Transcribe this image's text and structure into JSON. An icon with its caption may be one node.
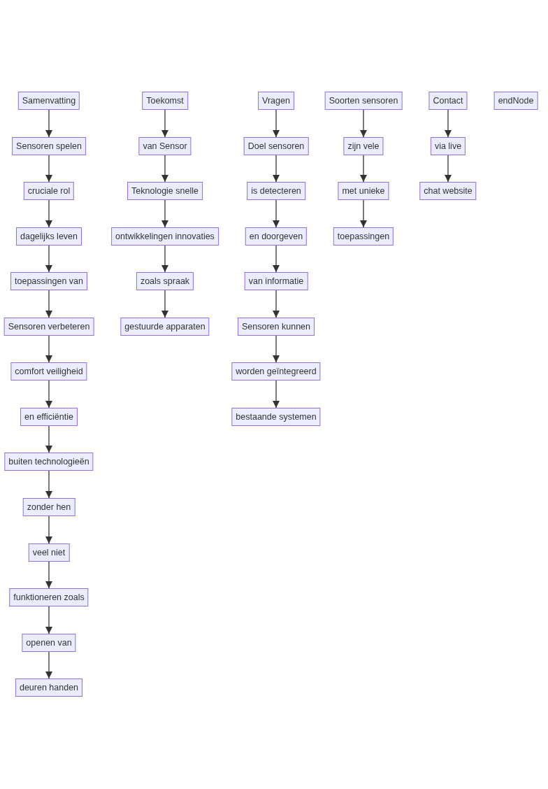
{
  "diagram": {
    "nodes": [
      {
        "text": [
          "Samenvatting"
        ]
      },
      {
        "text": [
          "Sensoren spelen"
        ]
      },
      {
        "text": [
          "cruciale rol"
        ]
      },
      {
        "text": [
          "dagelijks leven"
        ]
      },
      {
        "text": [
          "toepassingen van"
        ]
      },
      {
        "text": [
          "Sensoren verbeteren"
        ]
      },
      {
        "text": [
          "comfort veiligheid"
        ]
      },
      {
        "text": [
          "en efficiëntie"
        ]
      },
      {
        "text": [
          "buiten technologieën"
        ]
      },
      {
        "text": [
          "zonder hen"
        ]
      },
      {
        "text": [
          "veel niet"
        ]
      },
      {
        "text": [
          "funktioneren zoals"
        ]
      },
      {
        "text": [
          "openen van"
        ]
      },
      {
        "text": [
          "deuren handen"
        ]
      },
      {
        "text": [
          "Toekomst"
        ]
      },
      {
        "text": [
          "van Sensor"
        ]
      },
      {
        "text": [
          "Teknologie snelle"
        ]
      },
      {
        "text": [
          "ontwikkelingen innovaties"
        ]
      },
      {
        "text": [
          "zoals spraak"
        ]
      },
      {
        "text": [
          "gestuurde apparaten"
        ]
      },
      {
        "text": [
          "Vragen"
        ]
      },
      {
        "text": [
          "Doel sensoren"
        ]
      },
      {
        "text": [
          "is detecteren"
        ]
      },
      {
        "text": [
          "en doorgeven"
        ]
      },
      {
        "text": [
          "van informatie"
        ]
      },
      {
        "text": [
          "Sensoren kunnen"
        ]
      },
      {
        "text": [
          "worden geïntegreerd"
        ]
      },
      {
        "text": [
          "bestaande systemen"
        ]
      },
      {
        "text": [
          "Soorten sensoren"
        ]
      },
      {
        "text": [
          "zijn vele"
        ]
      },
      {
        "text": [
          "met unieke"
        ]
      },
      {
        "text": [
          "toepassingen"
        ]
      },
      {
        "text": [
          "Contact"
        ]
      },
      {
        "text": [
          "via live"
        ]
      },
      {
        "text": [
          "chat website"
        ]
      },
      {
        "text": [
          "endNode"
        ]
      }
    ],
    "edges": [
      {
        "from": 0,
        "to": 1,
        "arrow": "to"
      },
      {
        "from": 1,
        "to": 2,
        "arrow": "to"
      },
      {
        "from": 2,
        "to": 3,
        "arrow": "to"
      },
      {
        "from": 3,
        "to": 4,
        "arrow": "to"
      },
      {
        "from": 4,
        "to": 5,
        "arrow": "to"
      },
      {
        "from": 5,
        "to": 6,
        "arrow": "to"
      },
      {
        "from": 6,
        "to": 7,
        "arrow": "to"
      },
      {
        "from": 7,
        "to": 8,
        "arrow": "to"
      },
      {
        "from": 8,
        "to": 9,
        "arrow": "to"
      },
      {
        "from": 9,
        "to": 10,
        "arrow": "to"
      },
      {
        "from": 10,
        "to": 11,
        "arrow": "to"
      },
      {
        "from": 11,
        "to": 12,
        "arrow": "to"
      },
      {
        "from": 12,
        "to": 13,
        "arrow": "to"
      },
      {
        "from": 14,
        "to": 15,
        "arrow": "to"
      },
      {
        "from": 15,
        "to": 16,
        "arrow": "to"
      },
      {
        "from": 16,
        "to": 17,
        "arrow": "to"
      },
      {
        "from": 17,
        "to": 18,
        "arrow": "to"
      },
      {
        "from": 18,
        "to": 19,
        "arrow": "to"
      },
      {
        "from": 20,
        "to": 21,
        "arrow": "to"
      },
      {
        "from": 21,
        "to": 22,
        "arrow": "to"
      },
      {
        "from": 22,
        "to": 23,
        "arrow": "to"
      },
      {
        "from": 23,
        "to": 24,
        "arrow": "to"
      },
      {
        "from": 24,
        "to": 25,
        "arrow": "to"
      },
      {
        "from": 25,
        "to": 26,
        "arrow": "to"
      },
      {
        "from": 26,
        "to": 27,
        "arrow": "to"
      },
      {
        "from": 28,
        "to": 29,
        "arrow": "to"
      },
      {
        "from": 29,
        "to": 30,
        "arrow": "to"
      },
      {
        "from": 30,
        "to": 31,
        "arrow": "to"
      },
      {
        "from": 32,
        "to": 33,
        "arrow": "to"
      },
      {
        "from": 33,
        "to": 34,
        "arrow": "to"
      }
    ]
  }
}
